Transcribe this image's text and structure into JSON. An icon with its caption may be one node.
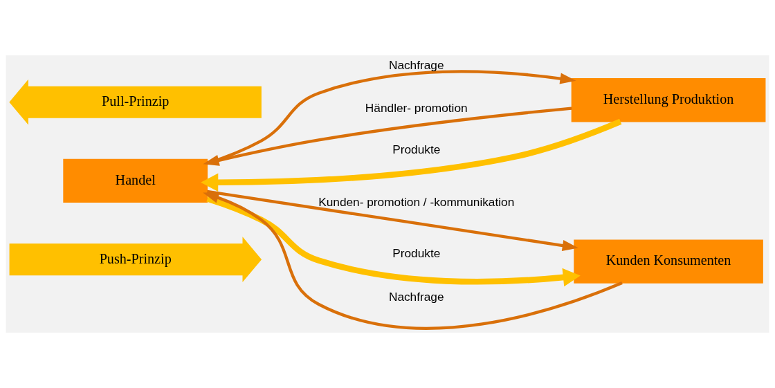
{
  "diagram": {
    "nodes": [
      {
        "text": [
          "Push-Prinzip"
        ]
      },
      {
        "text": [
          "Herstellung Produktion"
        ]
      },
      {
        "text": [
          "Handel"
        ]
      },
      {
        "text": [
          "Kunden Konsumenten"
        ]
      },
      {
        "text": [
          "Pull-Prinzip"
        ]
      }
    ],
    "edges": [
      {
        "from": 1,
        "to": 2,
        "arrow": "to",
        "label": "Händler- promotion"
      },
      {
        "from": 1,
        "to": 2,
        "arrow": "to",
        "label": "Produkte",
        "style": "thick",
        "color": "#ffc000"
      },
      {
        "from": 2,
        "to": 1,
        "arrow": "to",
        "label": "Nachfrage"
      },
      {
        "from": 2,
        "to": 3,
        "arrow": "to",
        "label": "Kunden- promotion / -kommunikation"
      },
      {
        "from": 2,
        "to": 3,
        "arrow": "to",
        "label": "Produkte",
        "style": "thick",
        "color": "#ffc000"
      },
      {
        "from": 3,
        "to": 2,
        "arrow": "to",
        "label": "Nachfrage"
      }
    ]
  }
}
